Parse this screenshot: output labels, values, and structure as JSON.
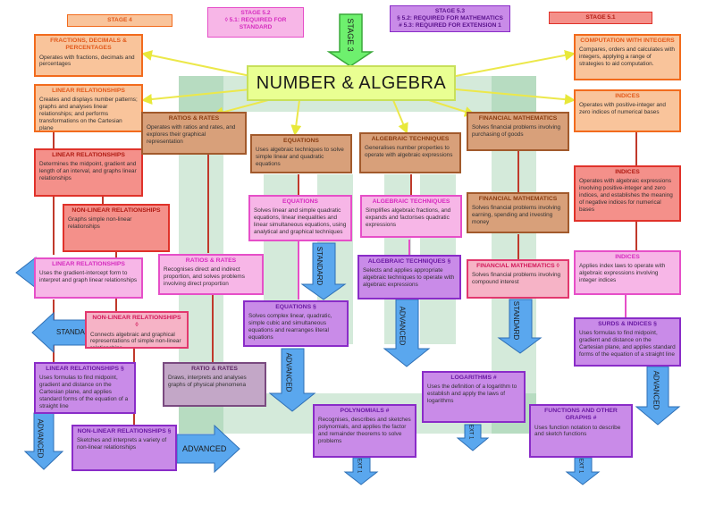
{
  "title": "NUMBER & ALGEBRA",
  "stage3": "STAGE 3",
  "headers": {
    "stage4": "STAGE 4",
    "stage52": "STAGE 5.2",
    "stage52_sub": "◊ 5.1: REQUIRED FOR STANDARD",
    "stage53": "STAGE 5.3",
    "stage53_sub1": "§ 5.2: REQUIRED FOR MATHEMATICS",
    "stage53_sub2": "# 5.3: REQUIRED FOR EXTENSION 1",
    "stage51": "STAGE 5.1"
  },
  "boxes": {
    "fractions": {
      "title": "FRACTIONS, DECIMALS & PERCENTAGES",
      "desc": "Operates with fractions, decimals and percentages"
    },
    "linrel1": {
      "title": "LINEAR RELATIONSHIPS",
      "desc": "Creates and displays number patterns; graphs and analyses linear relationships; and performs transformations on the Cartesian plane"
    },
    "linrel2": {
      "title": "LINEAR RELATIONSHIPS",
      "desc": "Determines the midpoint, gradient and length of an interval, and graphs linear relationships"
    },
    "nonlin1": {
      "title": "NON-LINEAR RELATIONSHIPS",
      "desc": "Graphs simple non-linear relationships"
    },
    "linrel3": {
      "title": "LINEAR RELATIONSHIPS",
      "desc": "Uses the gradient-intercept form to interpret and graph linear relationships"
    },
    "nonlin2": {
      "title": "NON-LINEAR RELATIONSHIPS ◊",
      "desc": "Connects algebraic and graphical representations of simple non-linear relationships"
    },
    "linrel4": {
      "title": "LINEAR RELATIONSHIPS §",
      "desc": "Uses formulas to find midpoint, gradient and distance on the Cartesian plane, and applies standard forms of the equation of a straight line"
    },
    "nonlin3": {
      "title": "NON-LINEAR RELATIONSHIPS §",
      "desc": "Sketches and interprets a variety of non-linear relationships"
    },
    "ratios1": {
      "title": "RATIOS & RATES",
      "desc": "Operates with ratios and rates, and explores their graphical representation"
    },
    "ratios2": {
      "title": "RATIOS & RATES",
      "desc": "Recognises direct and indirect proportion, and solves problems involving direct proportion"
    },
    "ratio3": {
      "title": "RATIO & RATES",
      "desc": "Draws, interprets and analyses graphs of physical phenomena"
    },
    "eq1": {
      "title": "EQUATIONS",
      "desc": "Uses algebraic techniques to solve simple linear and quadratic equations"
    },
    "eq2": {
      "title": "EQUATIONS",
      "desc": "Solves linear and simple quadratic equations, linear inequalities and linear simultaneous equations, using analytical and graphical techniques"
    },
    "eq3": {
      "title": "EQUATIONS §",
      "desc": "Solves complex linear, quadratic, simple cubic and simultaneous equations and rearranges literal equations"
    },
    "alg1": {
      "title": "ALGEBRAIC TECHNIQUES",
      "desc": "Generalises number properties to operate with algebraic expressions"
    },
    "alg2": {
      "title": "ALGEBRAIC TECHNIQUES",
      "desc": "Simplifies algebraic fractions, and expands and factorises quadratic expressions"
    },
    "alg3": {
      "title": "ALGEBRAIC TECHNIQUES §",
      "desc": "Selects and applies appropriate algebraic techniques to operate with algebraic expressions"
    },
    "poly": {
      "title": "POLYNOMIALS #",
      "desc": "Recognises, describes and sketches polynomials, and applies the factor and remainder theorems to solve problems"
    },
    "fin1": {
      "title": "FINANCIAL MATHEMATICS",
      "desc": "Solves financial problems involving purchasing of goods"
    },
    "fin2": {
      "title": "FINANCIAL MATHEMATICS",
      "desc": "Solves financial problems involving earning, spending and investing money"
    },
    "fin3": {
      "title": "FINANCIAL MATHEMATICS ◊",
      "desc": "Solves financial problems involving compound interest"
    },
    "log": {
      "title": "LOGARITHMS #",
      "desc": "Uses the definition of a logarithm to establish and apply the laws of logarithms"
    },
    "comp": {
      "title": "COMPUTATION WITH INTEGERS",
      "desc": "Compares, orders and calculates with integers, applying a range of strategies to aid computation."
    },
    "ind1": {
      "title": "INDICES",
      "desc": "Operates with positive-integer and zero indices of numerical bases"
    },
    "ind2": {
      "title": "INDICES",
      "desc": "Operates with algebraic expressions involving positive-integer and zero indices, and establishes the meaning of negative indices for numerical bases"
    },
    "ind3": {
      "title": "INDICES",
      "desc": "Applies index laws to operate with algebraic expressions involving integer indices"
    },
    "surds": {
      "title": "SURDS & INDICES §",
      "desc": "Uses formulas to find midpoint, gradient and distance on the Cartesian plane, and applies standard forms of the equation of a straight line"
    },
    "func": {
      "title": "FUNCTIONS AND OTHER GRAPHS #",
      "desc": "Uses function notation to describe and sketch functions"
    }
  },
  "arrows": {
    "standard": "STANDARD",
    "advanced": "ADVANCED",
    "ext1": "EXT 1"
  },
  "colors": {
    "title_bg": "#e9ff92",
    "watermark": "#78be8c",
    "standard_arrow": "#2e8bd6",
    "stage3_arrow": "#6ef06e"
  }
}
